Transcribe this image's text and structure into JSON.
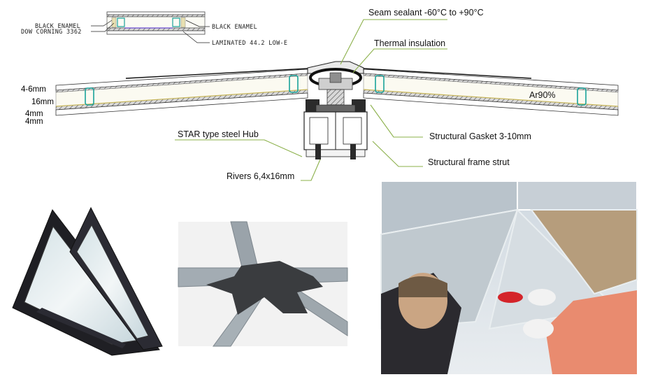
{
  "detail_labels": {
    "black_enamel_left": "BLACK ENAMEL",
    "dow_corning": "DOW CORNING 3362",
    "black_enamel_right": "BLACK ENAMEL",
    "laminated": "LAMINATED 44.2 LOW-E"
  },
  "callouts": {
    "seam_sealant": "Seam sealant -60°C to +90°C",
    "thermal_insulation": "Thermal insulation",
    "argon": "Ar90%",
    "star_hub": "STAR type steel Hub",
    "structural_gasket": "Structural Gasket 3-10mm",
    "frame_strut": "Structural frame strut",
    "rivets": "Rivers 6,4x16mm"
  },
  "thickness_labels": {
    "outer_glass": "4-6mm",
    "cavity": "16mm",
    "inner_glass_1": "4mm",
    "inner_glass_2": "4mm"
  },
  "colors": {
    "leader_green": "#8bb04a",
    "frame_dark": "#2b2b33",
    "spacer_teal": "#1aa39a",
    "hub_dark": "#3a3c3f"
  }
}
